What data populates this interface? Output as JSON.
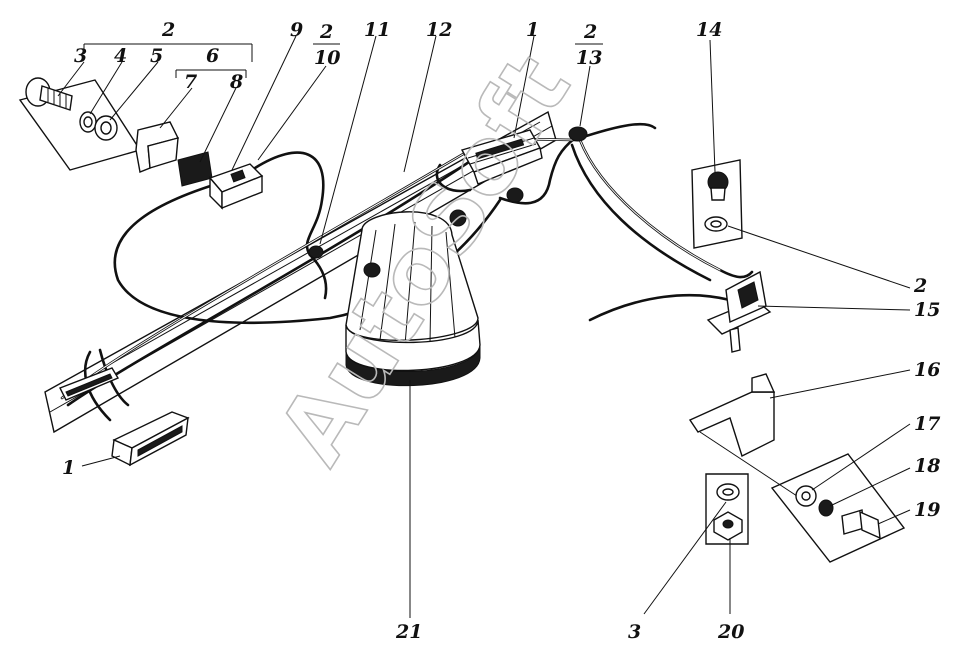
{
  "watermark": "AutoSoft",
  "labels": {
    "l1_top": "1",
    "l1_bottom": "1",
    "l2_a": "2",
    "l2_b": "2",
    "l2_c": "2",
    "l2_d": "2",
    "l3_top": "3",
    "l3_bottom": "3",
    "l4": "4",
    "l5": "5",
    "l6": "6",
    "l7": "7",
    "l8": "8",
    "l9": "9",
    "l10": "10",
    "l11": "11",
    "l12": "12",
    "l13": "13",
    "l14": "14",
    "l15": "15",
    "l16": "16",
    "l17": "17",
    "l18": "18",
    "l19": "19",
    "l20": "20",
    "l21": "21"
  }
}
